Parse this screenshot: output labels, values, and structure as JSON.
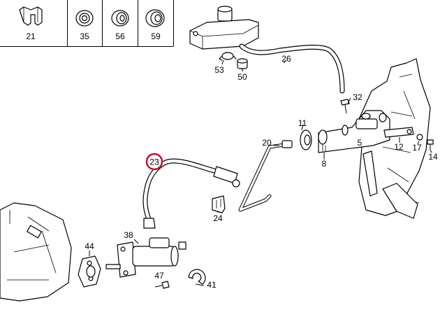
{
  "diagram": {
    "legend_boxes": [
      {
        "label": "21",
        "icon": "clip-icon"
      },
      {
        "label": "35",
        "icon": "grommet-icon"
      },
      {
        "label": "56",
        "icon": "grommet-icon"
      },
      {
        "label": "59",
        "icon": "grommet-icon"
      }
    ],
    "callouts": {
      "p26": "26",
      "p53": "53",
      "p50": "50",
      "p32": "32",
      "p11": "11",
      "p5": "5",
      "p12": "12",
      "p17": "17",
      "p14": "14",
      "p20": "20",
      "p8": "8",
      "p23": "23",
      "p24": "24",
      "p38": "38",
      "p44": "44",
      "p47": "47",
      "p41": "41"
    },
    "highlight_part": "23",
    "highlight_color": "#c8102e"
  }
}
